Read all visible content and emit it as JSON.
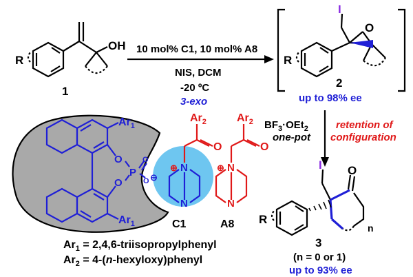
{
  "colors": {
    "black": "#000000",
    "blue": "#1f1fd6",
    "red": "#e01818",
    "gray": "#a9a9a9",
    "lightblue": "#6ec6f0"
  },
  "reaction": {
    "conditions": [
      "10 mol% C1, 10 mol% A8",
      "NIS, DCM",
      "-20 ºC"
    ],
    "exo": "3-exo",
    "compound1": "1",
    "compound2": "2",
    "compound3": "3",
    "yield2": "up to 98% ee",
    "yield3": "up to 93% ee",
    "n_note": "(n = 0 or 1)",
    "second_step": [
      "BF3·OEt2",
      "one-pot"
    ],
    "retention": [
      "retention of",
      "configuration"
    ]
  },
  "labels": {
    "R": "R",
    "OH": "OH",
    "I": "I",
    "O": "O",
    "n": "n",
    "Ar1": "Ar",
    "Ar1_sub": "1",
    "Ar2": "Ar",
    "Ar2_sub": "2",
    "P": "P",
    "N": "N",
    "plus": "⊕",
    "minus": "⊖",
    "catalyst": "C1",
    "additive": "A8"
  },
  "definitions": [
    {
      "lhs": "Ar",
      "sub": "1",
      "rhs": " = 2,4,6-triisopropylphenyl"
    },
    {
      "lhs": "Ar",
      "sub": "2",
      "rhs": " = 4-(n-hexyloxy)phenyl"
    }
  ]
}
